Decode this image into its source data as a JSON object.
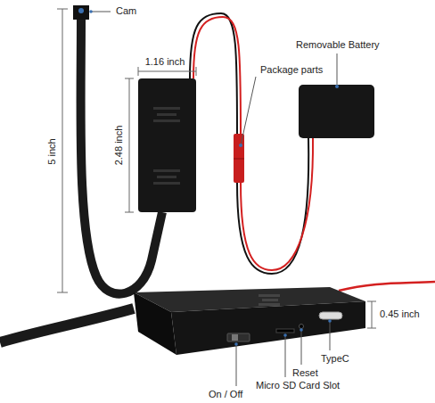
{
  "diagram": {
    "labels": [
      "Cam",
      "Removable Battery",
      "1.16 inch",
      "Package parts",
      "5 inch",
      "2.48 inch",
      "0.45 inch",
      "TypeC",
      "Reset",
      "Micro SD Card Slot",
      "On / Off"
    ]
  }
}
